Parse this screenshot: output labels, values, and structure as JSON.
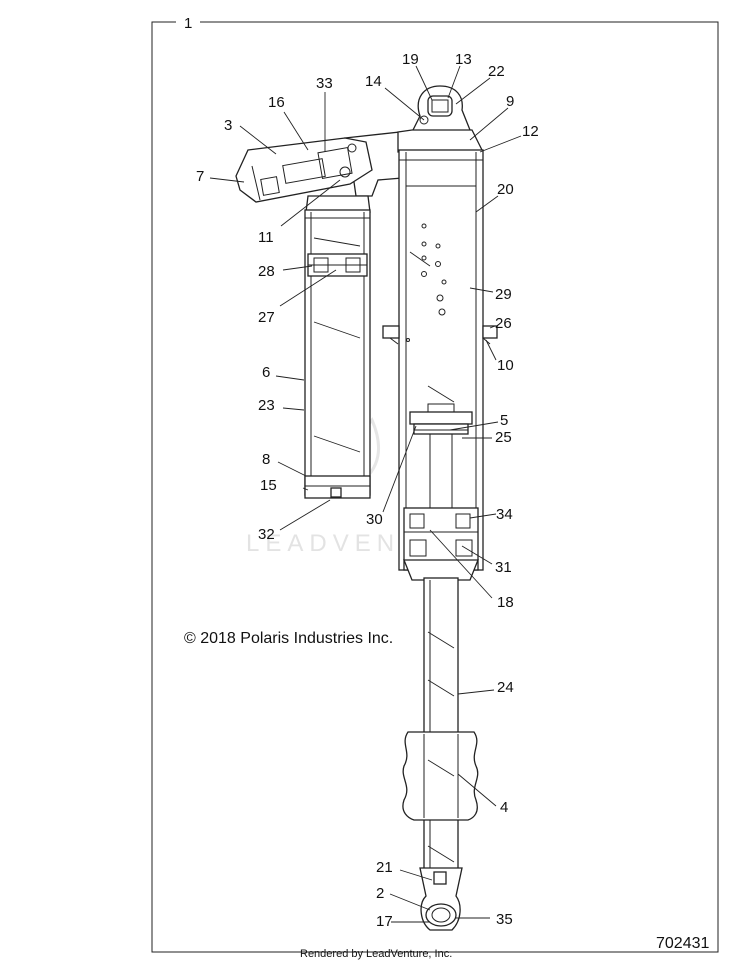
{
  "watermark_text": "LEADVENTURE",
  "copyright": "© 2018 Polaris Industries Inc.",
  "footer": "Rendered by LeadVenture, Inc.",
  "document_number": "702431",
  "assembly_label": "1",
  "callouts": [
    {
      "id": "c1",
      "text": "19"
    },
    {
      "id": "c2",
      "text": "13"
    },
    {
      "id": "c3",
      "text": "22"
    },
    {
      "id": "c4",
      "text": "33"
    },
    {
      "id": "c5",
      "text": "14"
    },
    {
      "id": "c6",
      "text": "9"
    },
    {
      "id": "c7",
      "text": "16"
    },
    {
      "id": "c8",
      "text": "3"
    },
    {
      "id": "c9",
      "text": "12"
    },
    {
      "id": "c10",
      "text": "7"
    },
    {
      "id": "c11",
      "text": "20"
    },
    {
      "id": "c12",
      "text": "11"
    },
    {
      "id": "c13",
      "text": "28"
    },
    {
      "id": "c14",
      "text": "29"
    },
    {
      "id": "c15",
      "text": "27"
    },
    {
      "id": "c16",
      "text": "26"
    },
    {
      "id": "c17",
      "text": "10"
    },
    {
      "id": "c18",
      "text": "6"
    },
    {
      "id": "c19",
      "text": "23"
    },
    {
      "id": "c20",
      "text": "5"
    },
    {
      "id": "c21",
      "text": "25"
    },
    {
      "id": "c22",
      "text": "8"
    },
    {
      "id": "c23",
      "text": "15"
    },
    {
      "id": "c24",
      "text": "30"
    },
    {
      "id": "c25",
      "text": "34"
    },
    {
      "id": "c26",
      "text": "32"
    },
    {
      "id": "c27",
      "text": "31"
    },
    {
      "id": "c28",
      "text": "18"
    },
    {
      "id": "c29",
      "text": "24"
    },
    {
      "id": "c30",
      "text": "4"
    },
    {
      "id": "c31",
      "text": "21"
    },
    {
      "id": "c32",
      "text": "2"
    },
    {
      "id": "c33",
      "text": "17"
    },
    {
      "id": "c34",
      "text": "35"
    }
  ]
}
